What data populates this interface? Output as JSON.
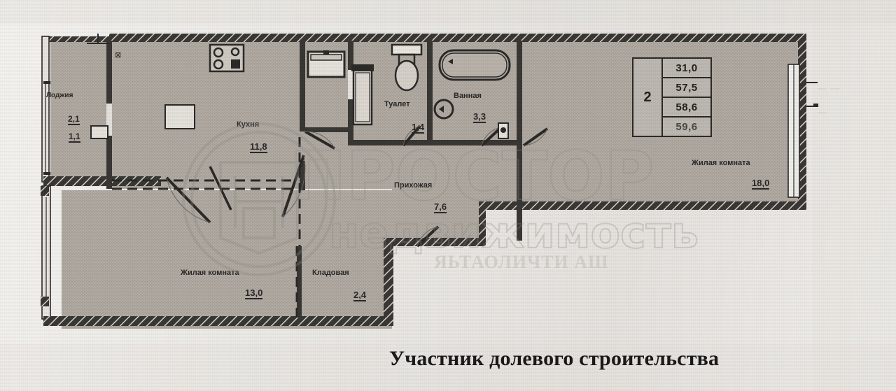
{
  "document": {
    "type": "apartment-floor-plan-scan",
    "caption": "Участник долевого строительства",
    "watermark": {
      "line1": "ПРОСТОР",
      "line2": "недвижимость"
    },
    "colors": {
      "paper": "#efedea",
      "floor_fill": "#b5afa7",
      "wall_ink": "#2c2b29",
      "text_ink": "#2b2a28",
      "bleed_text": "#cfcbc4"
    }
  },
  "area_table": {
    "rooms_count": "2",
    "values": [
      "31,0",
      "57,5",
      "58,6",
      "59,6"
    ]
  },
  "rooms": [
    {
      "name": "Лоджия",
      "area": "2,1",
      "area2": "1,1"
    },
    {
      "name": "Кухня",
      "area": "11,8"
    },
    {
      "name": "Туалет",
      "area": "1,4"
    },
    {
      "name": "Ванная",
      "area": "3,3"
    },
    {
      "name": "Прихожая",
      "area": "7,6"
    },
    {
      "name": "Жилая комната",
      "area": "13,0"
    },
    {
      "name": "Кладовая",
      "area": "2,4"
    },
    {
      "name": "Жилая комната",
      "area": "18,0"
    }
  ],
  "fixtures": [
    {
      "name": "stove-4-burner"
    },
    {
      "name": "kitchen-sink"
    },
    {
      "name": "toilet"
    },
    {
      "name": "bathtub"
    },
    {
      "name": "washbasin"
    },
    {
      "name": "water-riser"
    }
  ]
}
